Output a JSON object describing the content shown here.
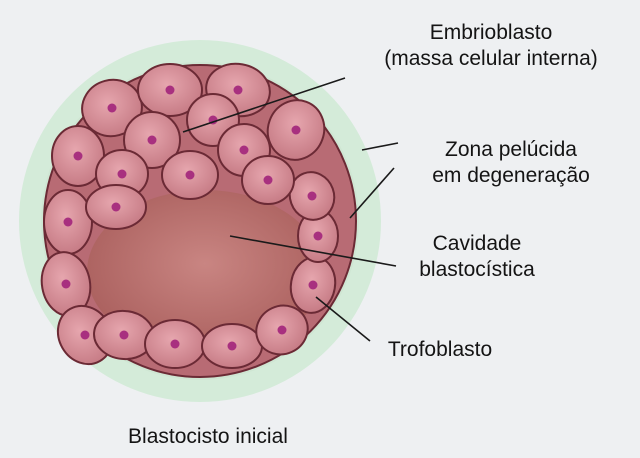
{
  "labels": {
    "embrioblasto": {
      "line1": "Embrioblasto",
      "line2": "(massa celular interna)"
    },
    "zona_pelucida": {
      "line1": "Zona pelúcida",
      "line2": "em degeneração"
    },
    "cavidade": {
      "line1": "Cavidade",
      "line2": "blastocística"
    },
    "trofoblasto": {
      "line1": "Trofoblasto"
    }
  },
  "caption": "Blastocisto inicial",
  "colors": {
    "background": "#eef0f2",
    "zona_pelucida": "#d4ebd9",
    "trophoblast_band": "#b86b74",
    "cavity_center": "#c98582",
    "cavity_edge": "#a85d5b",
    "cell_fill": "#cf8791",
    "cell_outline": "#6b2a35",
    "nucleus": "#a8307f",
    "leader_line": "#1a1a1a"
  },
  "icons": [
    "blastocyst-illustration"
  ]
}
